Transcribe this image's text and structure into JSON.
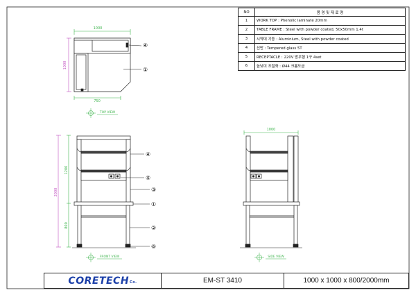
{
  "bom": {
    "headers": [
      "NO",
      "품 명 및 재 료 명"
    ],
    "rows": [
      {
        "no": "1",
        "desc": "WORK TOP : Phenolic laminate 20mm"
      },
      {
        "no": "2",
        "desc": "TABLE FRAME : Steel with powder coated, 50x50mm 1.4t"
      },
      {
        "no": "3",
        "desc": "시약대 기둥 : Aluminium, Steel with powder coated"
      },
      {
        "no": "4",
        "desc": "선반 : Tempered glass 5T"
      },
      {
        "no": "5",
        "desc": "RECEPTACLE : 220V 방우형 1구 4set"
      },
      {
        "no": "6",
        "desc": "높낮이 조절좌 : Ø44 크롬도금"
      }
    ]
  },
  "top_view": {
    "label": "TOP VIEW",
    "dim_width": "1000",
    "dim_depth": "1000",
    "dim_bottom": "750",
    "callouts": [
      "④",
      "①"
    ]
  },
  "front_view": {
    "label": "FRONT VIEW",
    "dim_total": "2000",
    "dim_upper": "1200",
    "dim_lower": "800",
    "callouts": [
      "④",
      "⑤",
      "③",
      "①",
      "②",
      "⑥"
    ]
  },
  "side_view": {
    "label": "SIDE VIEW",
    "dim_width": "1000"
  },
  "title_block": {
    "logo": "CORETECH",
    "logo_suffix": "Co.",
    "model": "EM-ST 3410",
    "size": "1000 x 1000 x 800/2000mm"
  },
  "colors": {
    "dimension": "#3bb34a",
    "dimension_vertical": "#c050c0",
    "logo": "#1b3fa8",
    "line": "#222222"
  }
}
